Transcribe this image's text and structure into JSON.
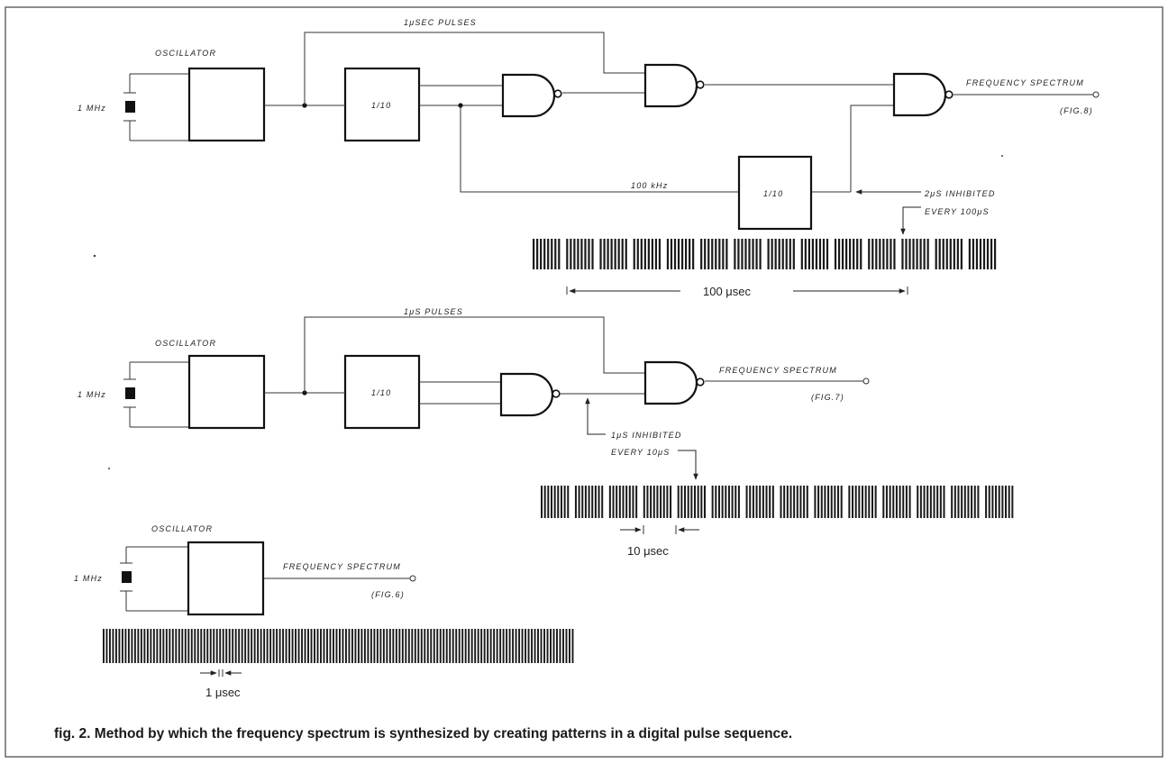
{
  "top": {
    "oscillator": "OSCILLATOR",
    "crystal": "1 MHz",
    "divider1": "1/10",
    "divider2": "1/10",
    "pulses": "1μSEC PULSES",
    "freq_100k": "100 kHz",
    "output": "FREQUENCY SPECTRUM",
    "fig_ref": "(FIG.8)",
    "note_line1": "2μS INHIBITED",
    "note_line2": "EVERY 100μS",
    "period": "100 μsec"
  },
  "middle": {
    "oscillator": "OSCILLATOR",
    "crystal": "1 MHz",
    "divider": "1/10",
    "pulses": "1μS   PULSES",
    "output": "FREQUENCY SPECTRUM",
    "fig_ref": "(FIG.7)",
    "note_line1": "1μS INHIBITED",
    "note_line2": "EVERY 10μS",
    "period": "10 μsec"
  },
  "bottom": {
    "oscillator": "OSCILLATOR",
    "crystal": "1 MHz",
    "output": "FREQUENCY SPECTRUM",
    "fig_ref": "(FIG.6)",
    "period": "1 μsec"
  },
  "caption": "fig. 2. Method by which the frequency spectrum is synthesized by creating patterns in a digital pulse sequence.",
  "pulse_trains": {
    "top": {
      "groups": 14,
      "pulses_per_group": 8
    },
    "middle": {
      "groups": 14,
      "pulses_per_group": 9
    },
    "bottom": {
      "groups": 1,
      "pulses_per_group": 150
    }
  }
}
